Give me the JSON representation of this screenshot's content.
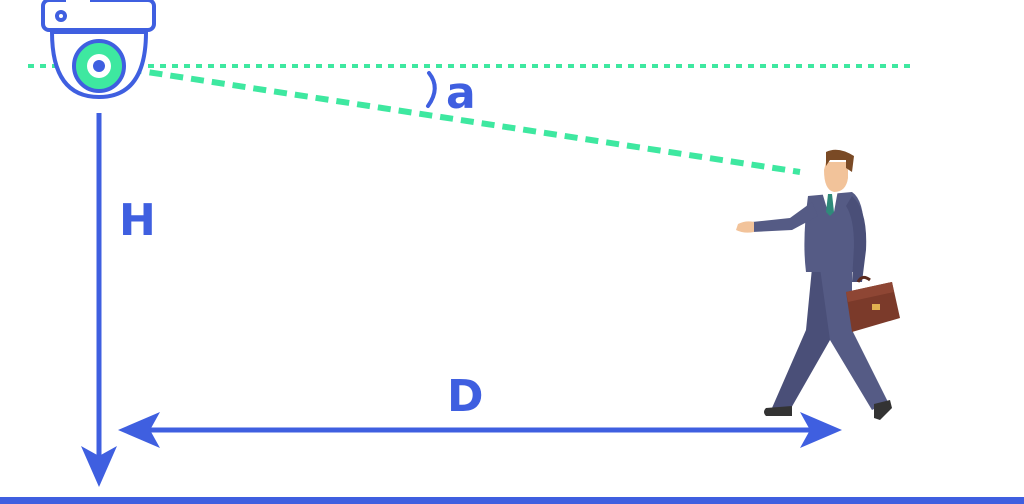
{
  "labels": {
    "height": "H",
    "distance": "D",
    "angle": "a"
  },
  "colors": {
    "blue": "#3f5fe0",
    "green": "#3ee8a0",
    "suit": "#555b85",
    "suit_dark": "#3f4468",
    "skin": "#f2c39a",
    "hair": "#7a4a25",
    "briefcase": "#7b3a2a",
    "shoe": "#333333"
  },
  "icons": [
    "dome-camera-icon",
    "businessman-figure",
    "briefcase-icon"
  ]
}
